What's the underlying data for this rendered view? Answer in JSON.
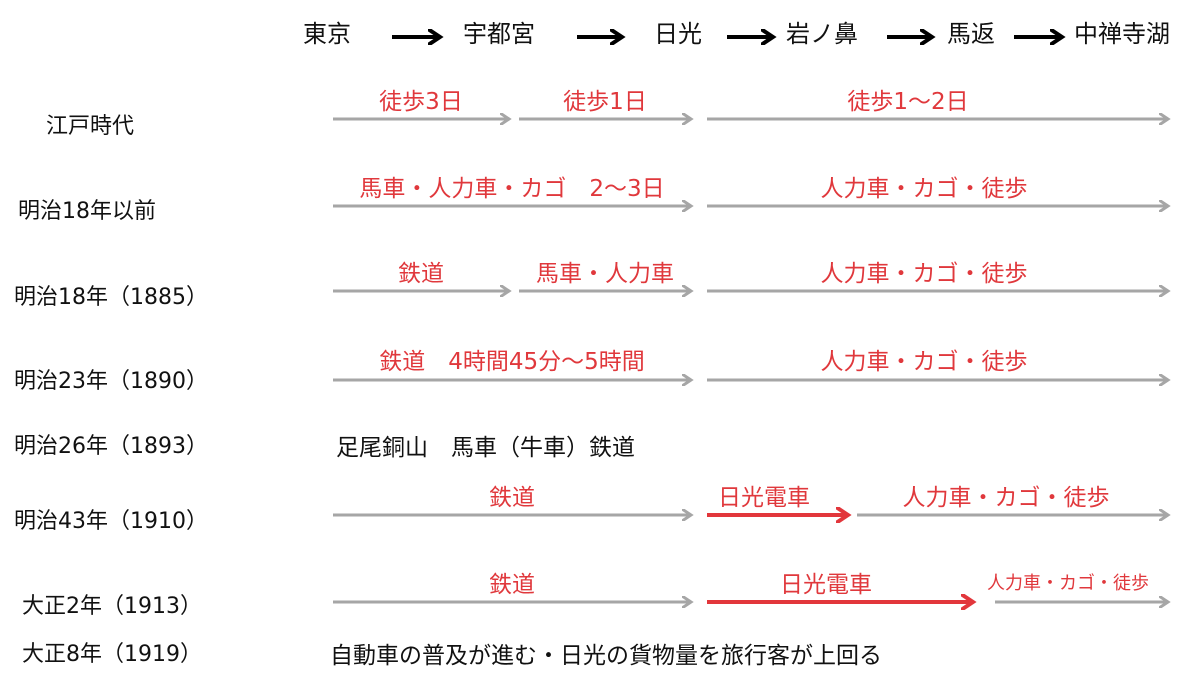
{
  "colors": {
    "gray_arrow": "#a6a6a6",
    "red_arrow": "#e2363b",
    "black_arrow": "#000000",
    "red_text": "#e0383c"
  },
  "stations": [
    "東京",
    "宇都宮",
    "日光",
    "岩ノ鼻",
    "馬返",
    "中禅寺湖"
  ],
  "eras": [
    "江戸時代",
    "明治18年以前",
    "明治18年（1885）",
    "明治23年（1890）",
    "明治26年（1893）",
    "明治43年（1910）",
    "大正2年（1913）",
    "大正8年（1919）"
  ],
  "rows": [
    {
      "segments": [
        {
          "label": "徒歩3日",
          "from": 0,
          "to": 1,
          "color": "gray"
        },
        {
          "label": "徒歩1日",
          "from": 1,
          "to": 2,
          "color": "gray"
        },
        {
          "label": "徒歩1～2日",
          "from": 2,
          "to": 5,
          "color": "gray"
        }
      ]
    },
    {
      "segments": [
        {
          "label": "馬車・人力車・カゴ　2～3日",
          "from": 0,
          "to": 2,
          "color": "gray"
        },
        {
          "label": "人力車・カゴ・徒歩",
          "from": 2,
          "to": 5,
          "color": "gray"
        }
      ]
    },
    {
      "segments": [
        {
          "label": "鉄道",
          "from": 0,
          "to": 1,
          "color": "gray"
        },
        {
          "label": "馬車・人力車",
          "from": 1,
          "to": 2,
          "color": "gray"
        },
        {
          "label": "人力車・カゴ・徒歩",
          "from": 2,
          "to": 5,
          "color": "gray"
        }
      ]
    },
    {
      "segments": [
        {
          "label": "鉄道　4時間45分～5時間",
          "from": 0,
          "to": 2,
          "color": "gray"
        },
        {
          "label": "人力車・カゴ・徒歩",
          "from": 2,
          "to": 5,
          "color": "gray"
        }
      ]
    },
    {
      "note": "足尾銅山　馬車（牛車）鉄道"
    },
    {
      "segments": [
        {
          "label": "鉄道",
          "from": 0,
          "to": 2,
          "color": "gray"
        },
        {
          "label": "日光電車",
          "from": 2,
          "to": 3,
          "color": "red"
        },
        {
          "label": "人力車・カゴ・徒歩",
          "from": 3,
          "to": 5,
          "color": "gray"
        }
      ]
    },
    {
      "segments": [
        {
          "label": "鉄道",
          "from": 0,
          "to": 2,
          "color": "gray"
        },
        {
          "label": "日光電車",
          "from": 2,
          "to": 4,
          "color": "red"
        },
        {
          "label": "人力車・カゴ・徒歩",
          "from": 4,
          "to": 5,
          "color": "gray",
          "small": true
        }
      ]
    },
    {
      "note": "自動車の普及が進む・日光の貨物量を旅行客が上回る"
    }
  ]
}
